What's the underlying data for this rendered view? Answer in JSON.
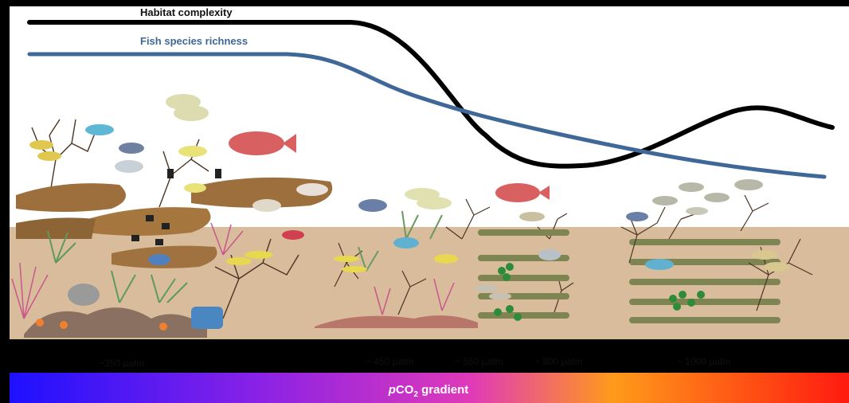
{
  "curves": {
    "habitat": {
      "label": "Habitat complexity",
      "color": "#000000"
    },
    "fish": {
      "label": "Fish species richness",
      "color": "#3f6899"
    }
  },
  "scale": {
    "ticks": [
      {
        "label": "~350 µatm"
      },
      {
        "label": "~ 450 µatm"
      },
      {
        "label": "~ 550 µatm"
      },
      {
        "label": "~ 800 µatm"
      },
      {
        "label": "~ 1000 µatm"
      }
    ]
  },
  "gradient": {
    "label_prefix": "p",
    "label_main": "CO",
    "label_sub": "2",
    "label_suffix": " gradient",
    "colors": [
      "#1e10ff",
      "#8b22e6",
      "#e03ab8",
      "#ff9a1a",
      "#ff1a10"
    ]
  },
  "illustration": {
    "sand_color": "#d9bc9b",
    "water_color": "#ffffff"
  }
}
